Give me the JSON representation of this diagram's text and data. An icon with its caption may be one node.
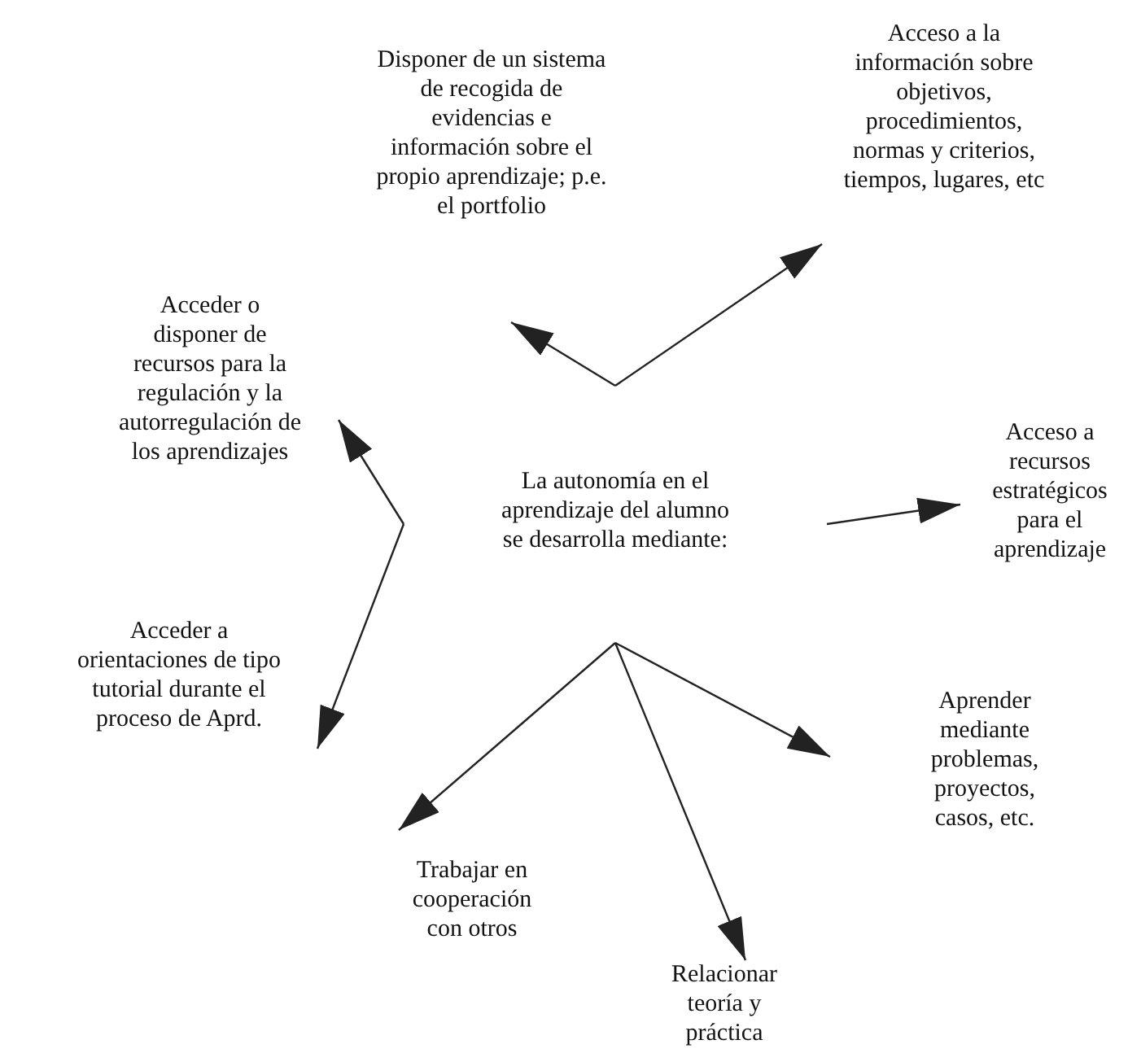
{
  "diagram": {
    "nodes": [
      {
        "text": [
          "La autonomía en el aprendizaje del alumno se desarrolla mediante:"
        ]
      },
      {
        "text": [
          "Disponer de un sistema de recogida de evidencias e información sobre el propio aprendizaje; p.e.  el portfolio"
        ]
      },
      {
        "text": [
          "Acceso a la información sobre objetivos, procedimientos, normas y criterios, tiempos, lugares, etc"
        ]
      },
      {
        "text": [
          "Acceder o disponer de recursos para la regulación y la autorregulación de los aprendizajes"
        ]
      },
      {
        "text": [
          "Acceso a recursos estratégicos para el aprendizaje"
        ]
      },
      {
        "text": [
          "Acceder a orientaciones de tipo tutorial durante el proceso de Aprd."
        ]
      },
      {
        "text": [
          "Aprender mediante problemas, proyectos, casos, etc."
        ]
      },
      {
        "text": [
          "Trabajar en cooperación con otros"
        ]
      },
      {
        "text": [
          "Relacionar teoría y práctica"
        ]
      }
    ],
    "edges": [
      {
        "from": 0,
        "to": 1,
        "arrow": "to"
      },
      {
        "from": 0,
        "to": 2,
        "arrow": "to"
      },
      {
        "from": 0,
        "to": 3,
        "arrow": "to"
      },
      {
        "from": 0,
        "to": 4,
        "arrow": "to"
      },
      {
        "from": 0,
        "to": 5,
        "arrow": "to"
      },
      {
        "from": 0,
        "to": 6,
        "arrow": "to"
      },
      {
        "from": 0,
        "to": 7,
        "arrow": "to"
      },
      {
        "from": 0,
        "to": 8,
        "arrow": "to"
      }
    ]
  }
}
